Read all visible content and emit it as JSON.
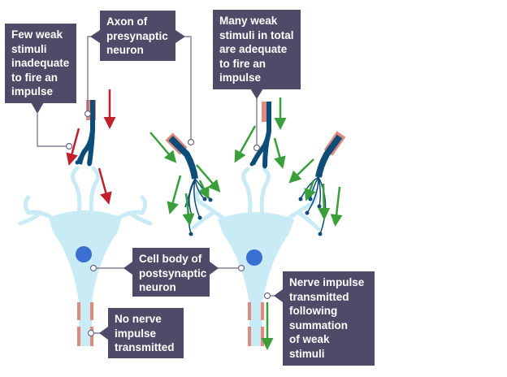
{
  "labels": {
    "few_weak": "Few weak\nstimuli\ninadequate\nto fire an\nimpulse",
    "axon": "Axon of\npresynaptic\nneuron",
    "many_weak": "Many weak\nstimuli in total\nare adequate\nto fire an\nimpulse",
    "cell_body": "Cell body of\npostsynaptic\nneuron",
    "no_impulse": "No nerve\nimpulse\ntransmitted",
    "impulse": "Nerve impulse\ntransmitted\nfollowing\nsummation\nof weak\nstimuli"
  },
  "colors": {
    "label_bg": "#4f4a68",
    "neuron": "#c9ebf5",
    "axon": "#0d4d78",
    "myelin": "#e0897f",
    "nucleus": "#3b6fd1",
    "weak_stimulus_arrow": "#c0202a",
    "summed_stimulus_arrow": "#3a9e3a",
    "leader_line": "#6b6880"
  }
}
